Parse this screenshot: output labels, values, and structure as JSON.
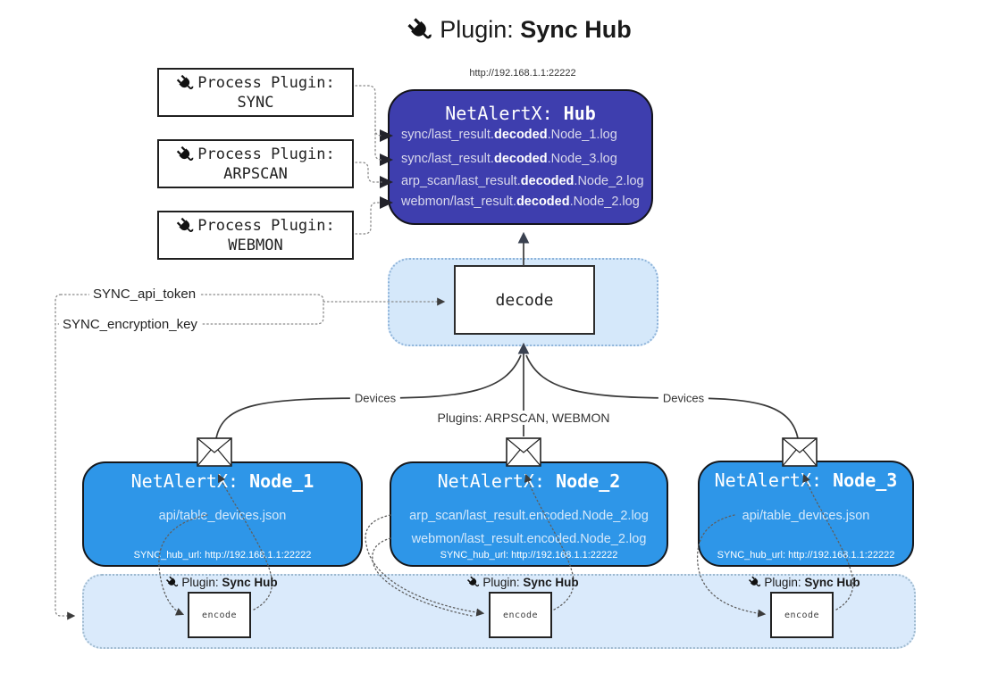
{
  "title": {
    "prefix": "Plugin: ",
    "bold": "Sync Hub"
  },
  "icons": {
    "title": "plug-icon",
    "process_box": "plug-icon",
    "band_label": "plug-icon",
    "node_mail": "envelope-icon"
  },
  "process_plugins": [
    {
      "label": "Process Plugin:",
      "name": "SYNC"
    },
    {
      "label": "Process Plugin:",
      "name": "ARPSCAN"
    },
    {
      "label": "Process Plugin:",
      "name": "WEBMON"
    }
  ],
  "hub": {
    "url": "http://192.168.1.1:22222",
    "title_prefix": "NetAlertX: ",
    "title_bold": "Hub",
    "logs": [
      {
        "pre": "sync/last_result.",
        "bold": "decoded",
        "post": ".Node_1.log"
      },
      {
        "pre": "sync/last_result.",
        "bold": "decoded",
        "post": ".Node_3.log"
      },
      {
        "pre": "arp_scan/last_result.",
        "bold": "decoded",
        "post": ".Node_2.log"
      },
      {
        "pre": "webmon/last_result.",
        "bold": "decoded",
        "post": ".Node_2.log"
      }
    ]
  },
  "decode_label": "decode",
  "config_keys": {
    "api_token": "SYNC_api_token",
    "encryption_key": "SYNC_encryption_key"
  },
  "edge_labels": {
    "devices_left": "Devices",
    "plugins_middle": "Plugins: ARPSCAN, WEBMON",
    "devices_right": "Devices"
  },
  "nodes": [
    {
      "title_prefix": "NetAlertX: ",
      "title_bold": "Node_1",
      "lines": [
        "api/table_devices.json"
      ],
      "hub_url": "SYNC_hub_url: http://192.168.1.1:22222"
    },
    {
      "title_prefix": "NetAlertX: ",
      "title_bold": "Node_2",
      "lines": [
        "arp_scan/last_result.encoded.Node_2.log",
        "webmon/last_result.encoded.Node_2.log"
      ],
      "hub_url": "SYNC_hub_url: http://192.168.1.1:22222"
    },
    {
      "title_prefix": "NetAlertX: ",
      "title_bold": "Node_3",
      "lines": [
        "api/table_devices.json"
      ],
      "hub_url": "SYNC_hub_url: http://192.168.1.1:22222"
    }
  ],
  "encoders": [
    {
      "plugin_prefix": "Plugin: ",
      "plugin_bold": "Sync Hub",
      "label": "encode"
    },
    {
      "plugin_prefix": "Plugin: ",
      "plugin_bold": "Sync Hub",
      "label": "encode"
    },
    {
      "plugin_prefix": "Plugin: ",
      "plugin_bold": "Sync Hub",
      "label": "encode"
    }
  ],
  "colors": {
    "hub_fill": "#3E3EAE",
    "node_fill": "#2E96E8",
    "decode_panel_fill": "#D5E8FA",
    "decode_panel_border": "#8FB4DA",
    "band_fill": "#DAEAFB",
    "band_border": "#9FBACF",
    "line": "#3A3A3A"
  }
}
